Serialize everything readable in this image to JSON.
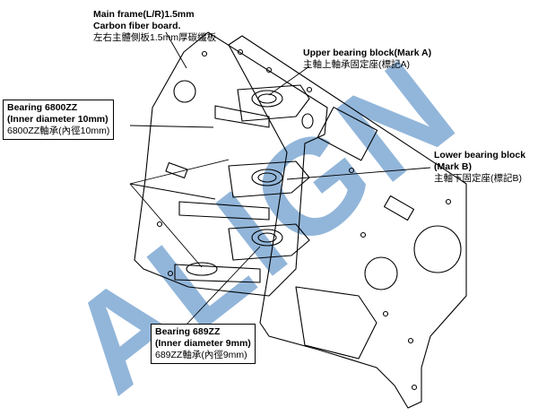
{
  "watermark": {
    "text": "ALIGN",
    "color": "#7fa9d3"
  },
  "labels": {
    "main_frame": {
      "en1": "Main frame(L/R)1.5mm",
      "en2": "Carbon fiber board.",
      "zh": "左右主體側板1.5mm厚碳纖板"
    },
    "upper_block": {
      "en": "Upper bearing block(Mark A)",
      "zh": "主軸上軸承固定座(標記A)"
    },
    "bearing_6800": {
      "en1": "Bearing 6800ZZ",
      "en2": "(Inner diameter 10mm)",
      "zh": "6800ZZ軸承(內徑10mm)"
    },
    "lower_block": {
      "en1": "Lower bearing block",
      "en2": "(Mark B)",
      "zh": "主軸下固定座(標記B)"
    },
    "bearing_689": {
      "en1": "Bearing 689ZZ",
      "en2": "(Inner diameter 9mm)",
      "zh": "689ZZ軸承(內徑9mm)"
    }
  }
}
